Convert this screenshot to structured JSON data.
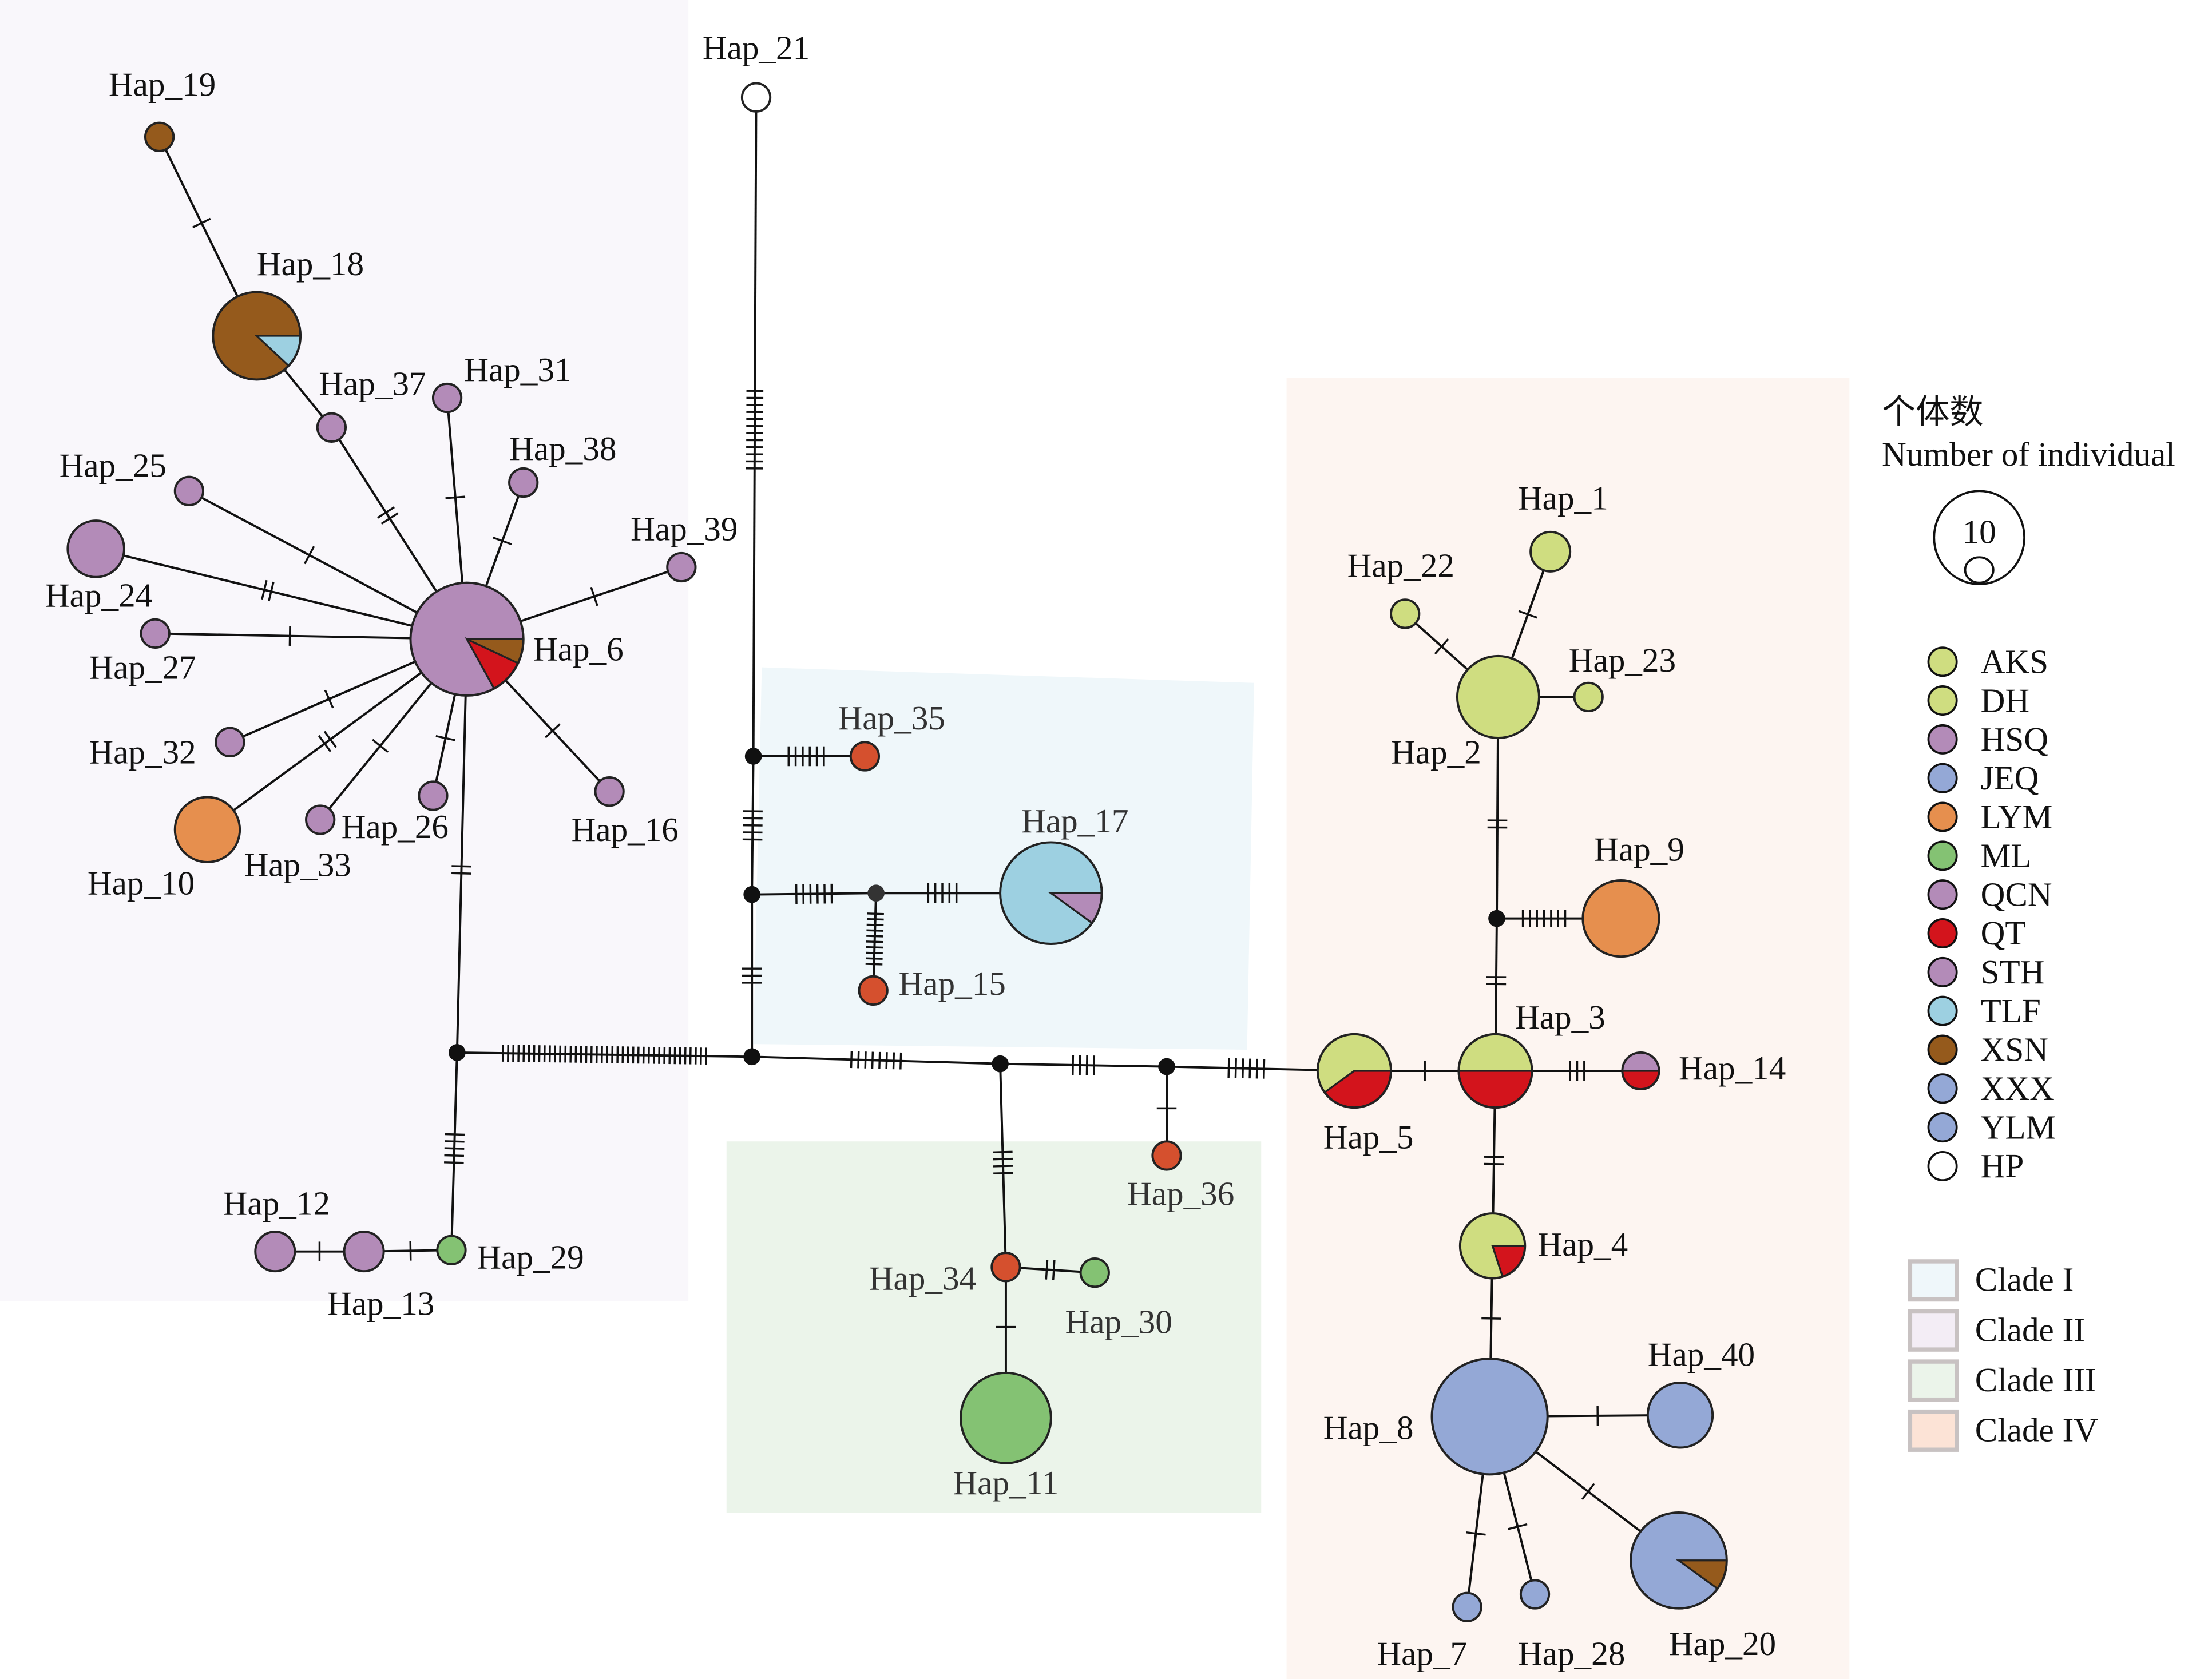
{
  "figure": {
    "legend": {
      "size_title_cn": "个体数",
      "size_title_en": "Number of individual",
      "size_ref_label": "10",
      "populations": [
        {
          "name": "AKS",
          "color": "#cfdd80"
        },
        {
          "name": "DH",
          "color": "#cfdd80"
        },
        {
          "name": "HSQ",
          "color": "#b38bb8"
        },
        {
          "name": "JEQ",
          "color": "#94a8d6"
        },
        {
          "name": "LYM",
          "color": "#e68f4e"
        },
        {
          "name": "ML",
          "color": "#84c273"
        },
        {
          "name": "QCN",
          "color": "#b38bb8"
        },
        {
          "name": "QT",
          "color": "#d3141c"
        },
        {
          "name": "STH",
          "color": "#b38bb8"
        },
        {
          "name": "TLF",
          "color": "#9dd0e1"
        },
        {
          "name": "XSN",
          "color": "#955a1c"
        },
        {
          "name": "XXX",
          "color": "#94a8d6"
        },
        {
          "name": "YLM",
          "color": "#94a8d6"
        },
        {
          "name": "HP",
          "color": "#ffffff"
        }
      ],
      "clades": [
        {
          "name": "Clade I",
          "color": "#eff7fa"
        },
        {
          "name": "Clade II",
          "color": "#f3edf5"
        },
        {
          "name": "Clade III",
          "color": "#ebf4ea"
        },
        {
          "name": "Clade IV",
          "color": "#fce3d6"
        }
      ]
    },
    "clade_regions": [
      {
        "clade": "Clade II",
        "color": "#f9f7fb"
      },
      {
        "clade": "Clade I",
        "color": "#eff7fa"
      },
      {
        "clade": "Clade III",
        "color": "#ebf4ea"
      },
      {
        "clade": "Clade IV",
        "color": "#fdf5f1"
      }
    ],
    "colors": {
      "median_vector": "#111111",
      "red_orange": "#d5502e",
      "edge": "#111111"
    },
    "haplotypes": [
      {
        "id": "Hap_1",
        "label": "Hap_1",
        "clade": "Clade IV",
        "slices": [
          {
            "pop": "AKS/DH",
            "fraction": 1
          }
        ]
      },
      {
        "id": "Hap_2",
        "label": "Hap_2",
        "clade": "Clade IV",
        "slices": [
          {
            "pop": "AKS/DH",
            "fraction": 1
          }
        ]
      },
      {
        "id": "Hap_3",
        "label": "Hap_3",
        "clade": "Clade IV",
        "slices": [
          {
            "pop": "AKS/DH",
            "fraction": 0.5
          },
          {
            "pop": "QT",
            "fraction": 0.5
          }
        ]
      },
      {
        "id": "Hap_4",
        "label": "Hap_4",
        "clade": "Clade IV",
        "slices": [
          {
            "pop": "AKS/DH",
            "fraction": 0.8
          },
          {
            "pop": "QT",
            "fraction": 0.2
          }
        ]
      },
      {
        "id": "Hap_5",
        "label": "Hap_5",
        "clade": "Clade IV",
        "slices": [
          {
            "pop": "AKS/DH",
            "fraction": 0.6
          },
          {
            "pop": "QT",
            "fraction": 0.4
          }
        ]
      },
      {
        "id": "Hap_6",
        "label": "Hap_6",
        "clade": "Clade II",
        "slices": [
          {
            "pop": "HSQ/QCN/STH",
            "fraction": 0.83
          },
          {
            "pop": "QT",
            "fraction": 0.1
          },
          {
            "pop": "XSN",
            "fraction": 0.07
          }
        ]
      },
      {
        "id": "Hap_7",
        "label": "Hap_7",
        "clade": "Clade IV",
        "slices": [
          {
            "pop": "JEQ/XXX/YLM",
            "fraction": 1
          }
        ]
      },
      {
        "id": "Hap_8",
        "label": "Hap_8",
        "clade": "Clade IV",
        "slices": [
          {
            "pop": "JEQ/XXX/YLM",
            "fraction": 1
          }
        ]
      },
      {
        "id": "Hap_9",
        "label": "Hap_9",
        "clade": "Clade IV",
        "slices": [
          {
            "pop": "LYM",
            "fraction": 1
          }
        ]
      },
      {
        "id": "Hap_10",
        "label": "Hap_10",
        "clade": "Clade II",
        "slices": [
          {
            "pop": "LYM",
            "fraction": 1
          }
        ]
      },
      {
        "id": "Hap_11",
        "label": "Hap_11",
        "clade": "Clade III",
        "slices": [
          {
            "pop": "ML",
            "fraction": 1
          }
        ]
      },
      {
        "id": "Hap_12",
        "label": "Hap_12",
        "clade": "Clade II",
        "slices": [
          {
            "pop": "HSQ/QCN/STH",
            "fraction": 1
          }
        ]
      },
      {
        "id": "Hap_13",
        "label": "Hap_13",
        "clade": "Clade II",
        "slices": [
          {
            "pop": "HSQ/QCN/STH",
            "fraction": 1
          }
        ]
      },
      {
        "id": "Hap_14",
        "label": "Hap_14",
        "clade": "Clade IV",
        "slices": [
          {
            "pop": "HSQ/QCN/STH",
            "fraction": 0.5
          },
          {
            "pop": "QT",
            "fraction": 0.5
          }
        ]
      },
      {
        "id": "Hap_15",
        "label": "Hap_15",
        "clade": "Clade I",
        "slices": [
          {
            "pop": "unlisted",
            "fraction": 1
          }
        ]
      },
      {
        "id": "Hap_16",
        "label": "Hap_16",
        "clade": "Clade II",
        "slices": [
          {
            "pop": "HSQ/QCN/STH",
            "fraction": 1
          }
        ]
      },
      {
        "id": "Hap_17",
        "label": "Hap_17",
        "clade": "Clade I",
        "slices": [
          {
            "pop": "TLF",
            "fraction": 0.9
          },
          {
            "pop": "HSQ/QCN/STH",
            "fraction": 0.1
          }
        ]
      },
      {
        "id": "Hap_18",
        "label": "Hap_18",
        "clade": "Clade II",
        "slices": [
          {
            "pop": "XSN",
            "fraction": 0.88
          },
          {
            "pop": "TLF",
            "fraction": 0.12
          }
        ]
      },
      {
        "id": "Hap_19",
        "label": "Hap_19",
        "clade": "Clade II",
        "slices": [
          {
            "pop": "XSN",
            "fraction": 1
          }
        ]
      },
      {
        "id": "Hap_20",
        "label": "Hap_20",
        "clade": "Clade IV",
        "slices": [
          {
            "pop": "JEQ/XXX/YLM",
            "fraction": 0.9
          },
          {
            "pop": "XSN",
            "fraction": 0.1
          }
        ]
      },
      {
        "id": "Hap_21",
        "label": "Hap_21",
        "clade": "",
        "slices": [
          {
            "pop": "HP",
            "fraction": 1
          }
        ]
      },
      {
        "id": "Hap_22",
        "label": "Hap_22",
        "clade": "Clade IV",
        "slices": [
          {
            "pop": "AKS/DH",
            "fraction": 1
          }
        ]
      },
      {
        "id": "Hap_23",
        "label": "Hap_23",
        "clade": "Clade IV",
        "slices": [
          {
            "pop": "AKS/DH",
            "fraction": 1
          }
        ]
      },
      {
        "id": "Hap_24",
        "label": "Hap_24",
        "clade": "Clade II",
        "slices": [
          {
            "pop": "HSQ/QCN/STH",
            "fraction": 1
          }
        ]
      },
      {
        "id": "Hap_25",
        "label": "Hap_25",
        "clade": "Clade II",
        "slices": [
          {
            "pop": "HSQ/QCN/STH",
            "fraction": 1
          }
        ]
      },
      {
        "id": "Hap_26",
        "label": "Hap_26",
        "clade": "Clade II",
        "slices": [
          {
            "pop": "HSQ/QCN/STH",
            "fraction": 1
          }
        ]
      },
      {
        "id": "Hap_27",
        "label": "Hap_27",
        "clade": "Clade II",
        "slices": [
          {
            "pop": "HSQ/QCN/STH",
            "fraction": 1
          }
        ]
      },
      {
        "id": "Hap_28",
        "label": "Hap_28",
        "clade": "Clade IV",
        "slices": [
          {
            "pop": "JEQ/XXX/YLM",
            "fraction": 1
          }
        ]
      },
      {
        "id": "Hap_29",
        "label": "Hap_29",
        "clade": "Clade II",
        "slices": [
          {
            "pop": "ML",
            "fraction": 1
          }
        ]
      },
      {
        "id": "Hap_30",
        "label": "Hap_30",
        "clade": "Clade III",
        "slices": [
          {
            "pop": "ML",
            "fraction": 1
          }
        ]
      },
      {
        "id": "Hap_31",
        "label": "Hap_31",
        "clade": "Clade II",
        "slices": [
          {
            "pop": "HSQ/QCN/STH",
            "fraction": 1
          }
        ]
      },
      {
        "id": "Hap_32",
        "label": "Hap_32",
        "clade": "Clade II",
        "slices": [
          {
            "pop": "HSQ/QCN/STH",
            "fraction": 1
          }
        ]
      },
      {
        "id": "Hap_33",
        "label": "Hap_33",
        "clade": "Clade II",
        "slices": [
          {
            "pop": "HSQ/QCN/STH",
            "fraction": 1
          }
        ]
      },
      {
        "id": "Hap_34",
        "label": "Hap_34",
        "clade": "Clade III",
        "slices": [
          {
            "pop": "unlisted",
            "fraction": 1
          }
        ]
      },
      {
        "id": "Hap_35",
        "label": "Hap_35",
        "clade": "Clade I",
        "slices": [
          {
            "pop": "unlisted",
            "fraction": 1
          }
        ]
      },
      {
        "id": "Hap_36",
        "label": "Hap_36",
        "clade": "",
        "slices": [
          {
            "pop": "unlisted",
            "fraction": 1
          }
        ]
      },
      {
        "id": "Hap_37",
        "label": "Hap_37",
        "clade": "Clade II",
        "slices": [
          {
            "pop": "HSQ/QCN/STH",
            "fraction": 1
          }
        ]
      },
      {
        "id": "Hap_38",
        "label": "Hap_38",
        "clade": "Clade II",
        "slices": [
          {
            "pop": "HSQ/QCN/STH",
            "fraction": 1
          }
        ]
      },
      {
        "id": "Hap_39",
        "label": "Hap_39",
        "clade": "Clade II",
        "slices": [
          {
            "pop": "HSQ/QCN/STH",
            "fraction": 1
          }
        ]
      },
      {
        "id": "Hap_40",
        "label": "Hap_40",
        "clade": "Clade IV",
        "slices": [
          {
            "pop": "JEQ/XXX/YLM",
            "fraction": 1
          }
        ]
      }
    ],
    "median_vectors": [
      "mv1",
      "mv2",
      "mv3",
      "mv4",
      "mv5",
      "mv6",
      "mv7",
      "mv8",
      "mv9"
    ],
    "edges": [
      {
        "from": "Hap_19",
        "to": "Hap_18",
        "mutations": 1
      },
      {
        "from": "Hap_18",
        "to": "Hap_37",
        "mutations": 0
      },
      {
        "from": "Hap_37",
        "to": "Hap_6",
        "mutations": 2
      },
      {
        "from": "Hap_31",
        "to": "Hap_6",
        "mutations": 1
      },
      {
        "from": "Hap_38",
        "to": "Hap_6",
        "mutations": 1
      },
      {
        "from": "Hap_39",
        "to": "Hap_6",
        "mutations": 1
      },
      {
        "from": "Hap_25",
        "to": "Hap_6",
        "mutations": 1
      },
      {
        "from": "Hap_24",
        "to": "Hap_6",
        "mutations": 2
      },
      {
        "from": "Hap_27",
        "to": "Hap_6",
        "mutations": 1
      },
      {
        "from": "Hap_32",
        "to": "Hap_6",
        "mutations": 1
      },
      {
        "from": "Hap_10",
        "to": "Hap_6",
        "mutations": 2
      },
      {
        "from": "Hap_33",
        "to": "Hap_6",
        "mutations": 1
      },
      {
        "from": "Hap_26",
        "to": "Hap_6",
        "mutations": 1
      },
      {
        "from": "Hap_16",
        "to": "Hap_6",
        "mutations": 1
      },
      {
        "from": "Hap_6",
        "to": "mv1",
        "mutations": 2
      },
      {
        "from": "mv1",
        "to": "mv2",
        "mutations": 40
      },
      {
        "from": "mv1",
        "to": "Hap_29",
        "mutations": 5
      },
      {
        "from": "Hap_29",
        "to": "Hap_13",
        "mutations": 1
      },
      {
        "from": "Hap_13",
        "to": "Hap_12",
        "mutations": 1
      },
      {
        "from": "Hap_21",
        "to": "mv3",
        "mutations": 12
      },
      {
        "from": "mv3",
        "to": "Hap_35",
        "mutations": 6
      },
      {
        "from": "mv3",
        "to": "mv4",
        "mutations": 5
      },
      {
        "from": "mv4",
        "to": "mv5",
        "mutations": 6
      },
      {
        "from": "mv5",
        "to": "Hap_17",
        "mutations": 5
      },
      {
        "from": "mv5",
        "to": "Hap_15",
        "mutations": 10
      },
      {
        "from": "mv4",
        "to": "mv2",
        "mutations": 3
      },
      {
        "from": "mv2",
        "to": "mv6",
        "mutations": 8
      },
      {
        "from": "mv6",
        "to": "Hap_34",
        "mutations": 4
      },
      {
        "from": "Hap_34",
        "to": "Hap_30",
        "mutations": 2
      },
      {
        "from": "Hap_34",
        "to": "Hap_11",
        "mutations": 1
      },
      {
        "from": "mv6",
        "to": "mv7",
        "mutations": 4
      },
      {
        "from": "mv7",
        "to": "Hap_36",
        "mutations": 1
      },
      {
        "from": "mv7",
        "to": "Hap_5",
        "mutations": 6
      },
      {
        "from": "Hap_5",
        "to": "Hap_3",
        "mutations": 1
      },
      {
        "from": "Hap_3",
        "to": "Hap_14",
        "mutations": 3
      },
      {
        "from": "Hap_3",
        "to": "mv8",
        "mutations": 2
      },
      {
        "from": "mv8",
        "to": "Hap_9",
        "mutations": 7
      },
      {
        "from": "mv8",
        "to": "Hap_2",
        "mutations": 2
      },
      {
        "from": "Hap_2",
        "to": "Hap_22",
        "mutations": 1
      },
      {
        "from": "Hap_2",
        "to": "Hap_1",
        "mutations": 1
      },
      {
        "from": "Hap_2",
        "to": "Hap_23",
        "mutations": 0
      },
      {
        "from": "Hap_3",
        "to": "Hap_4",
        "mutations": 2
      },
      {
        "from": "Hap_4",
        "to": "Hap_8",
        "mutations": 1
      },
      {
        "from": "Hap_8",
        "to": "Hap_40",
        "mutations": 1
      },
      {
        "from": "Hap_8",
        "to": "Hap_20",
        "mutations": 1
      },
      {
        "from": "Hap_8",
        "to": "Hap_7",
        "mutations": 1
      },
      {
        "from": "Hap_8",
        "to": "Hap_28",
        "mutations": 1
      }
    ]
  }
}
